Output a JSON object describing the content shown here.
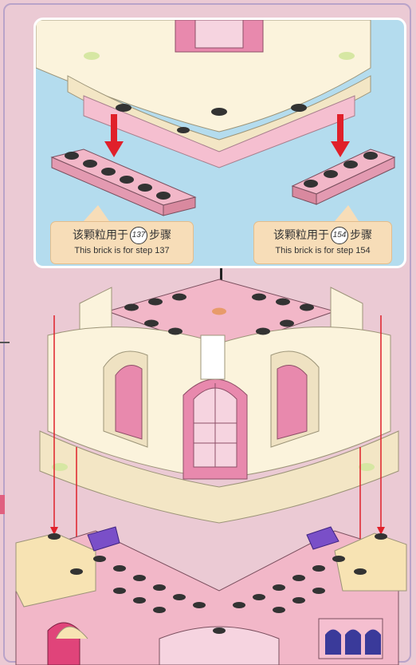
{
  "callouts": [
    {
      "cn_before": "该颗粒用于",
      "step": "137",
      "cn_after": "步骤",
      "en": "This brick is for step 137"
    },
    {
      "cn_before": "该颗粒用于",
      "step": "154",
      "cn_after": "步骤",
      "en": "This brick is for step 154"
    }
  ],
  "colors": {
    "background": "#ebcad4",
    "panel": "#b4dcee",
    "callout": "#f7ddb8",
    "pink_brick": "#f2b7c8",
    "cream_brick": "#fbf3dc",
    "stud_dark": "#333333",
    "arrow_red": "#e0202a",
    "window_pink": "#e889ad",
    "purple_piece": "#7a4fc8"
  }
}
